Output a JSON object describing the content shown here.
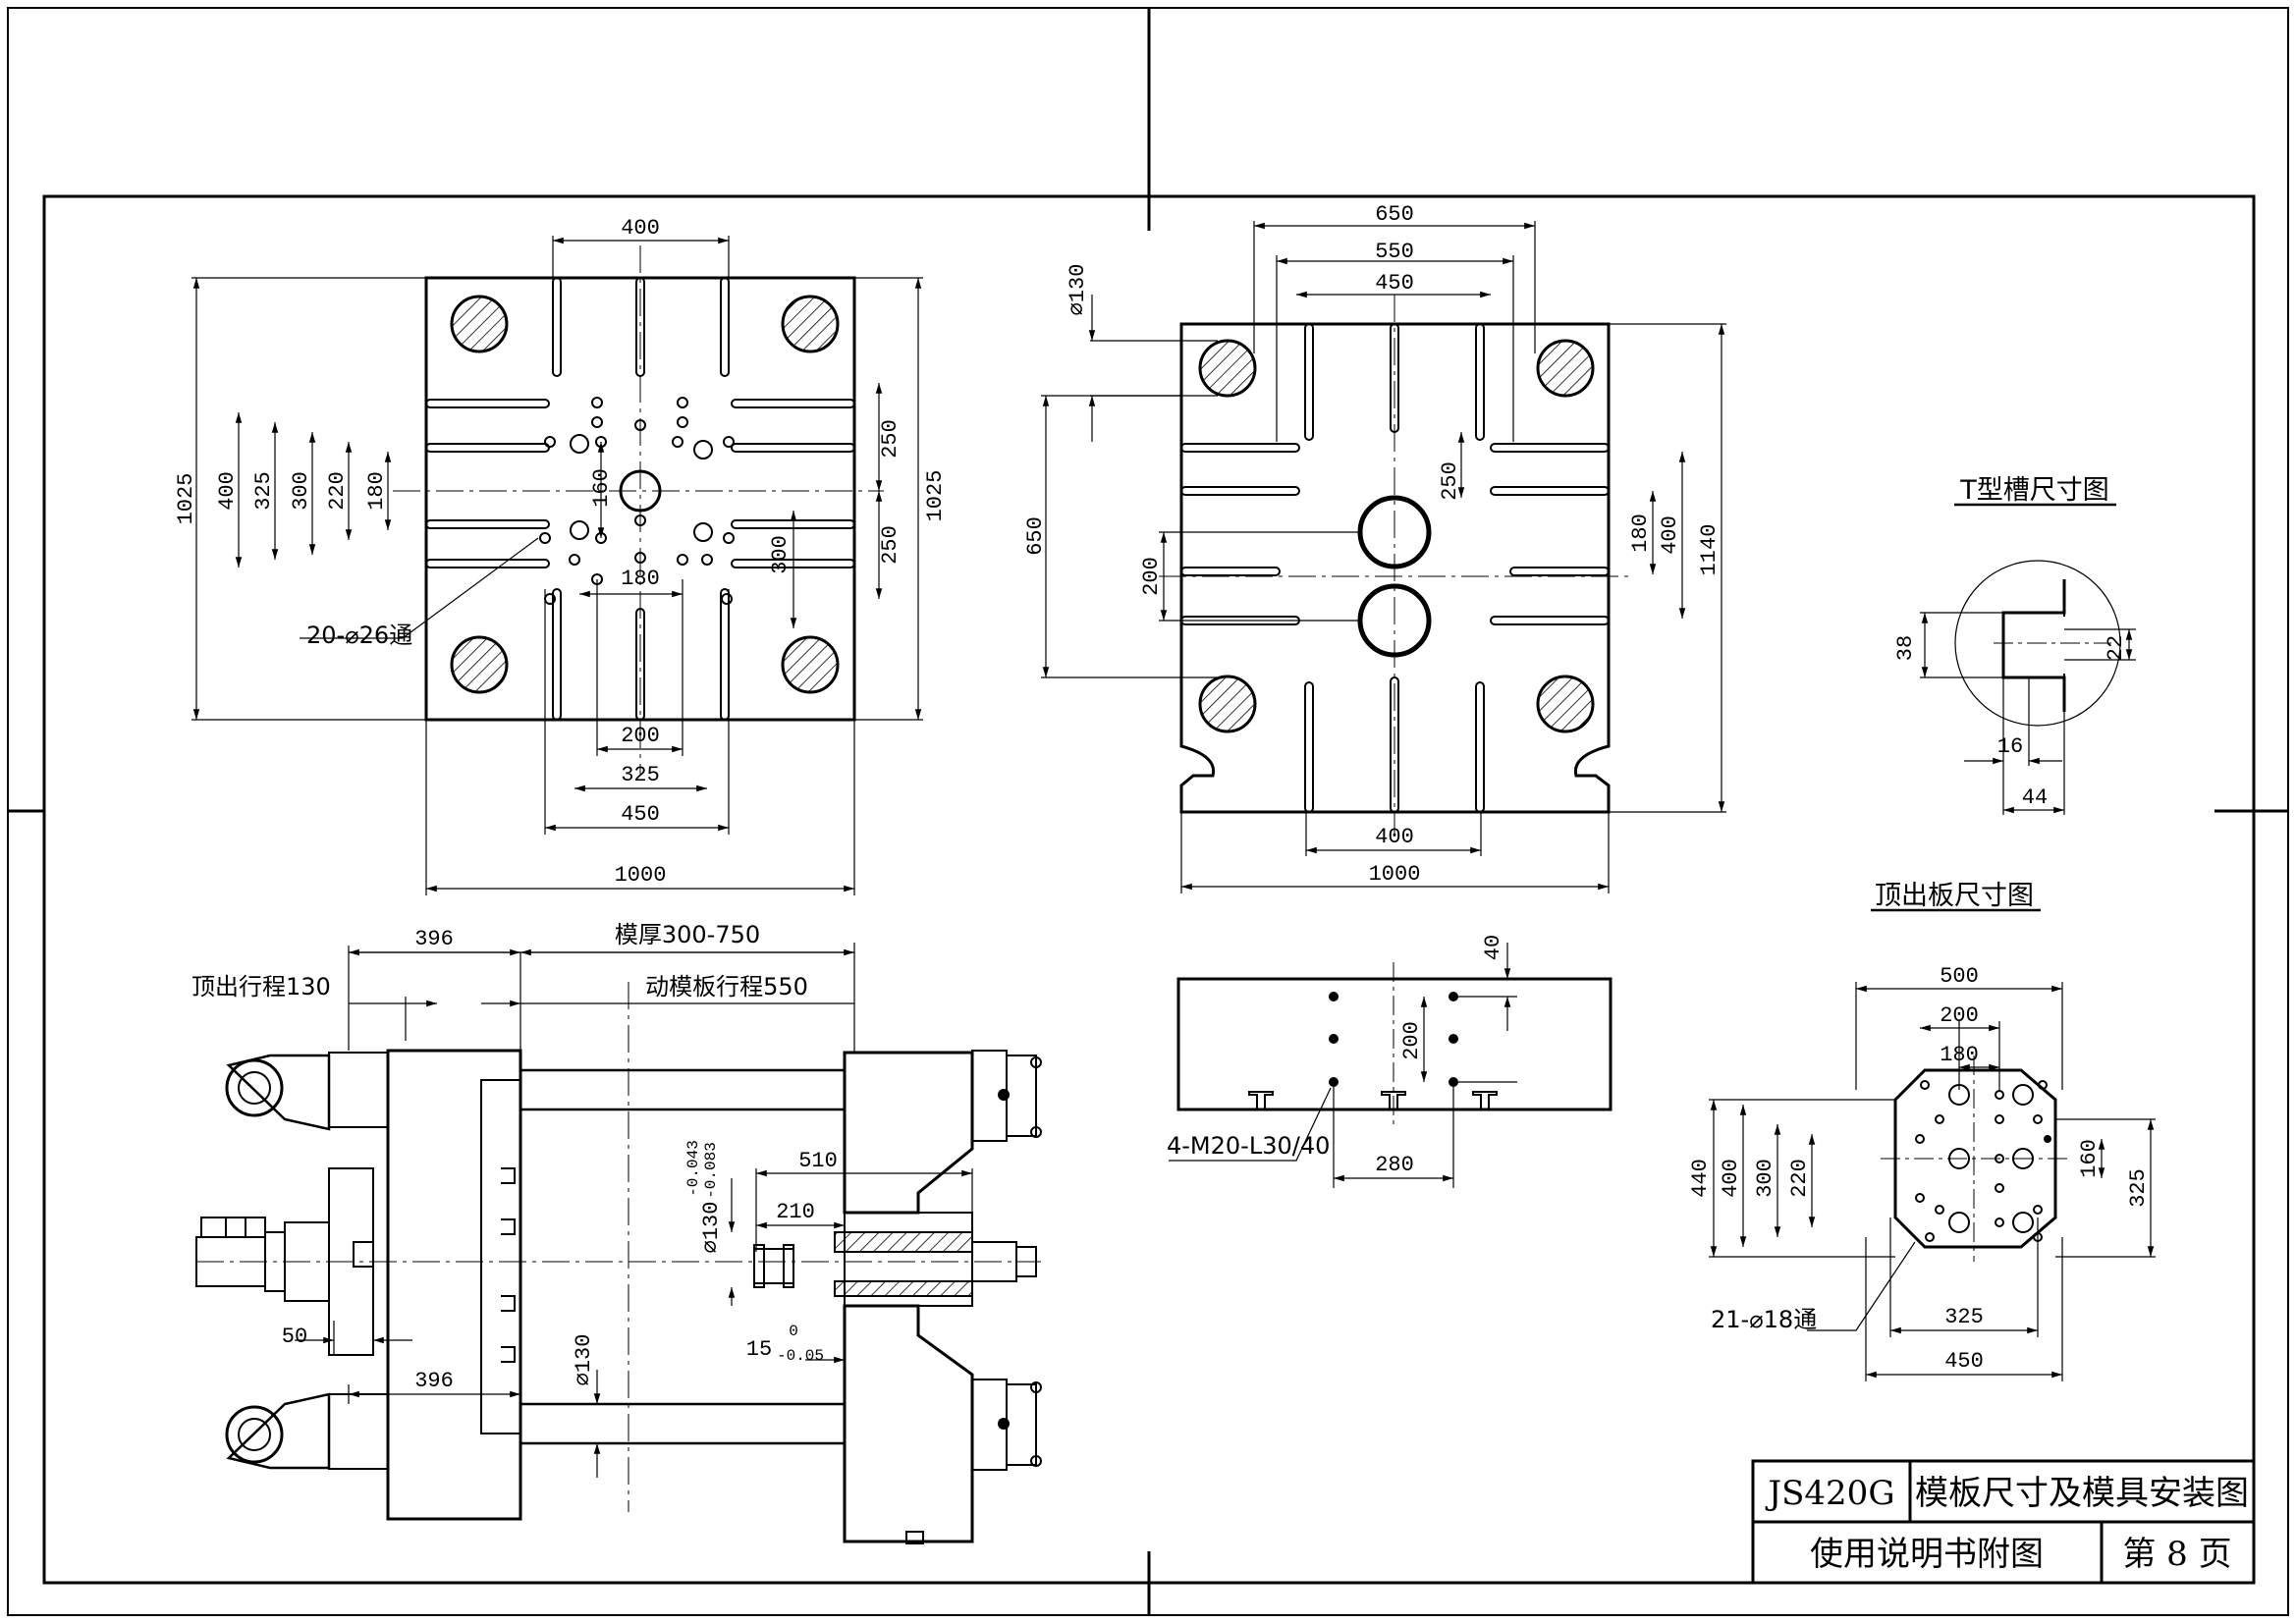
{
  "title_block": {
    "model": "JS420G",
    "drawing_title": "模板尺寸及模具安装图",
    "manual_label": "使用说明书附图",
    "page_label": "第 8 页"
  },
  "fixed_platen": {
    "dims": {
      "top_400": "400",
      "left_1025": "1025",
      "left_400": "400",
      "left_325": "325",
      "left_300": "300",
      "left_220": "220",
      "left_180": "180",
      "center_160": "160",
      "right_250_top": "250",
      "right_250_bottom": "250",
      "right_1025": "1025",
      "mid_180": "180",
      "v_300": "300",
      "bottom_200": "200",
      "bottom_325": "325",
      "bottom_450": "450",
      "bottom_1000": "1000"
    },
    "hole_note": "20-⌀26通"
  },
  "moving_platen": {
    "dims": {
      "top_650": "650",
      "top_550": "550",
      "top_450": "450",
      "dia_130": "⌀130",
      "left_650": "650",
      "left_200": "200",
      "center_250": "250",
      "right_180": "180",
      "right_400": "400",
      "right_1140": "1140",
      "bottom_400": "400",
      "bottom_1000": "1000"
    }
  },
  "t_slot": {
    "title": "T型槽尺寸图",
    "dims": {
      "h38": "38",
      "h22": "22",
      "w16": "16",
      "w44": "44"
    }
  },
  "ejector_plate": {
    "title": "顶出板尺寸图",
    "dims": {
      "w500": "500",
      "w200": "200",
      "w180": "180",
      "h440": "440",
      "h400": "400",
      "h300": "300",
      "h220": "220",
      "h160": "160",
      "h325": "325",
      "b325": "325",
      "b450": "450"
    },
    "hole_note": "21-⌀18通"
  },
  "side_plate": {
    "dims": {
      "d40": "40",
      "d200": "200",
      "d280": "280"
    },
    "thread_note": "4-M20-L30/40"
  },
  "side_view": {
    "dims": {
      "d396_top": "396",
      "mold_thickness": "模厚300-750",
      "ejector_stroke": "顶出行程130",
      "platen_stroke": "动模板行程550",
      "d510": "510",
      "d210": "210",
      "tol_dia": "⌀130",
      "tol_upper": "-0.043",
      "tol_lower": "-0.083",
      "d15": "15",
      "d15_upper": "0",
      "d15_lower": "-0.05",
      "d50": "50",
      "d396_bottom": "396",
      "dia130_rod": "⌀130"
    }
  }
}
